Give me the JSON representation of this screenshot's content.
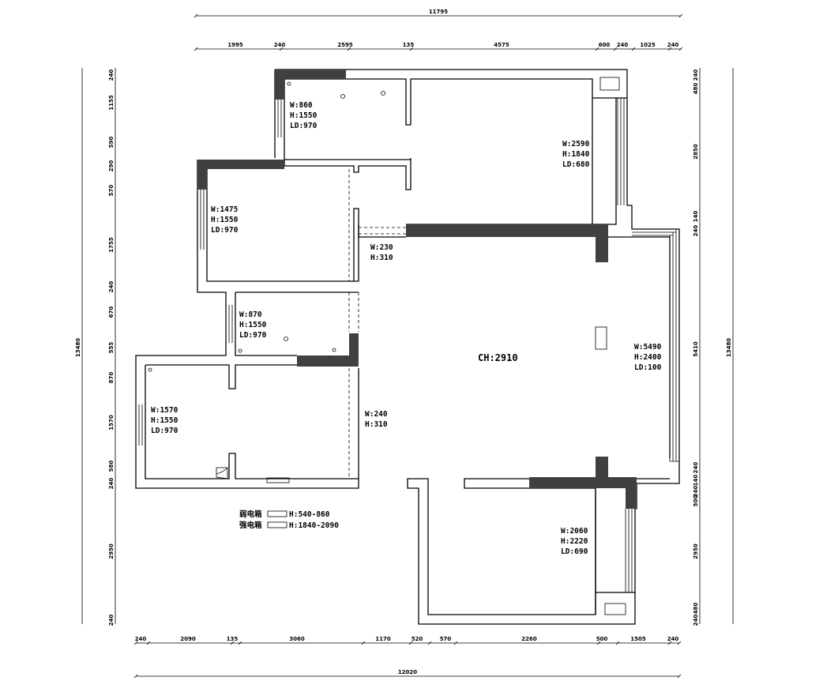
{
  "dimensions": {
    "top_total": "11795",
    "top_segments": [
      "1995",
      "240",
      "2595",
      "135",
      "4575",
      "600",
      "240",
      "1025",
      "240"
    ],
    "bottom_total": "12020",
    "bottom_segments": [
      "240",
      "2090",
      "135",
      "3060",
      "1170",
      "520",
      "570",
      "2260",
      "500",
      "1505",
      "240"
    ],
    "left_total": "13480",
    "left_segments": [
      "240",
      "1155",
      "590",
      "290",
      "570",
      "1755",
      "240",
      "670",
      "555",
      "870",
      "1570",
      "580",
      "240",
      "2950",
      "240"
    ],
    "right_total": "13480",
    "right_segments": [
      "480",
      "240",
      "2850",
      "140",
      "240",
      "5410",
      "240",
      "140",
      "500",
      "240",
      "2950",
      "480",
      "240"
    ]
  },
  "rooms": [
    {
      "lines": [
        "W:860",
        "H:1550",
        "LD:970"
      ]
    },
    {
      "lines": [
        "W:2590",
        "H:1840",
        "LD:680"
      ]
    },
    {
      "lines": [
        "W:1475",
        "H:1550",
        "LD:970"
      ]
    },
    {
      "lines": [
        "W:230",
        "H:310"
      ]
    },
    {
      "lines": [
        "W:870",
        "H:1550",
        "LD:970"
      ]
    },
    {
      "lines": [
        "W:5490",
        "H:2400",
        "LD:100"
      ]
    },
    {
      "lines": [
        "W:1570",
        "H:1550",
        "LD:970"
      ]
    },
    {
      "lines": [
        "W:240",
        "H:310"
      ]
    },
    {
      "lines": [
        "W:2060",
        "H:2220",
        "LD:690"
      ]
    }
  ],
  "ceiling_height": "CH:2910",
  "legend": [
    {
      "name": "弱电箱",
      "range": "H:540-860"
    },
    {
      "name": "强电箱",
      "range": "H:1840-2090"
    }
  ]
}
